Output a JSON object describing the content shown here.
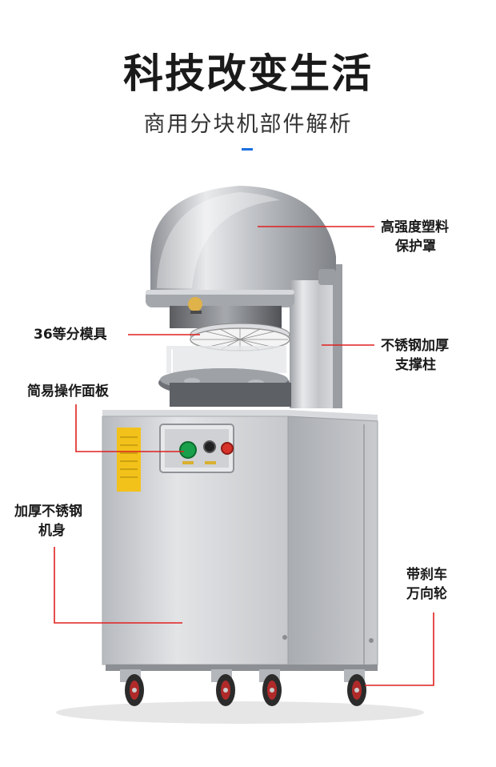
{
  "header": {
    "title": "科技改变生活",
    "subtitle": "商用分块机部件解析"
  },
  "labels": {
    "cover": [
      "高强度塑料",
      "保护罩"
    ],
    "mold": "36等分模具",
    "column": [
      "不锈钢加厚",
      "支撑柱"
    ],
    "panel": "简易操作面板",
    "body": [
      "加厚不锈钢",
      "机身"
    ],
    "wheels": [
      "带刹车",
      "万向轮"
    ]
  },
  "colors": {
    "accent": "#1a6fe0",
    "leader_line": "#e02020",
    "steel": "#c9cbcf"
  }
}
